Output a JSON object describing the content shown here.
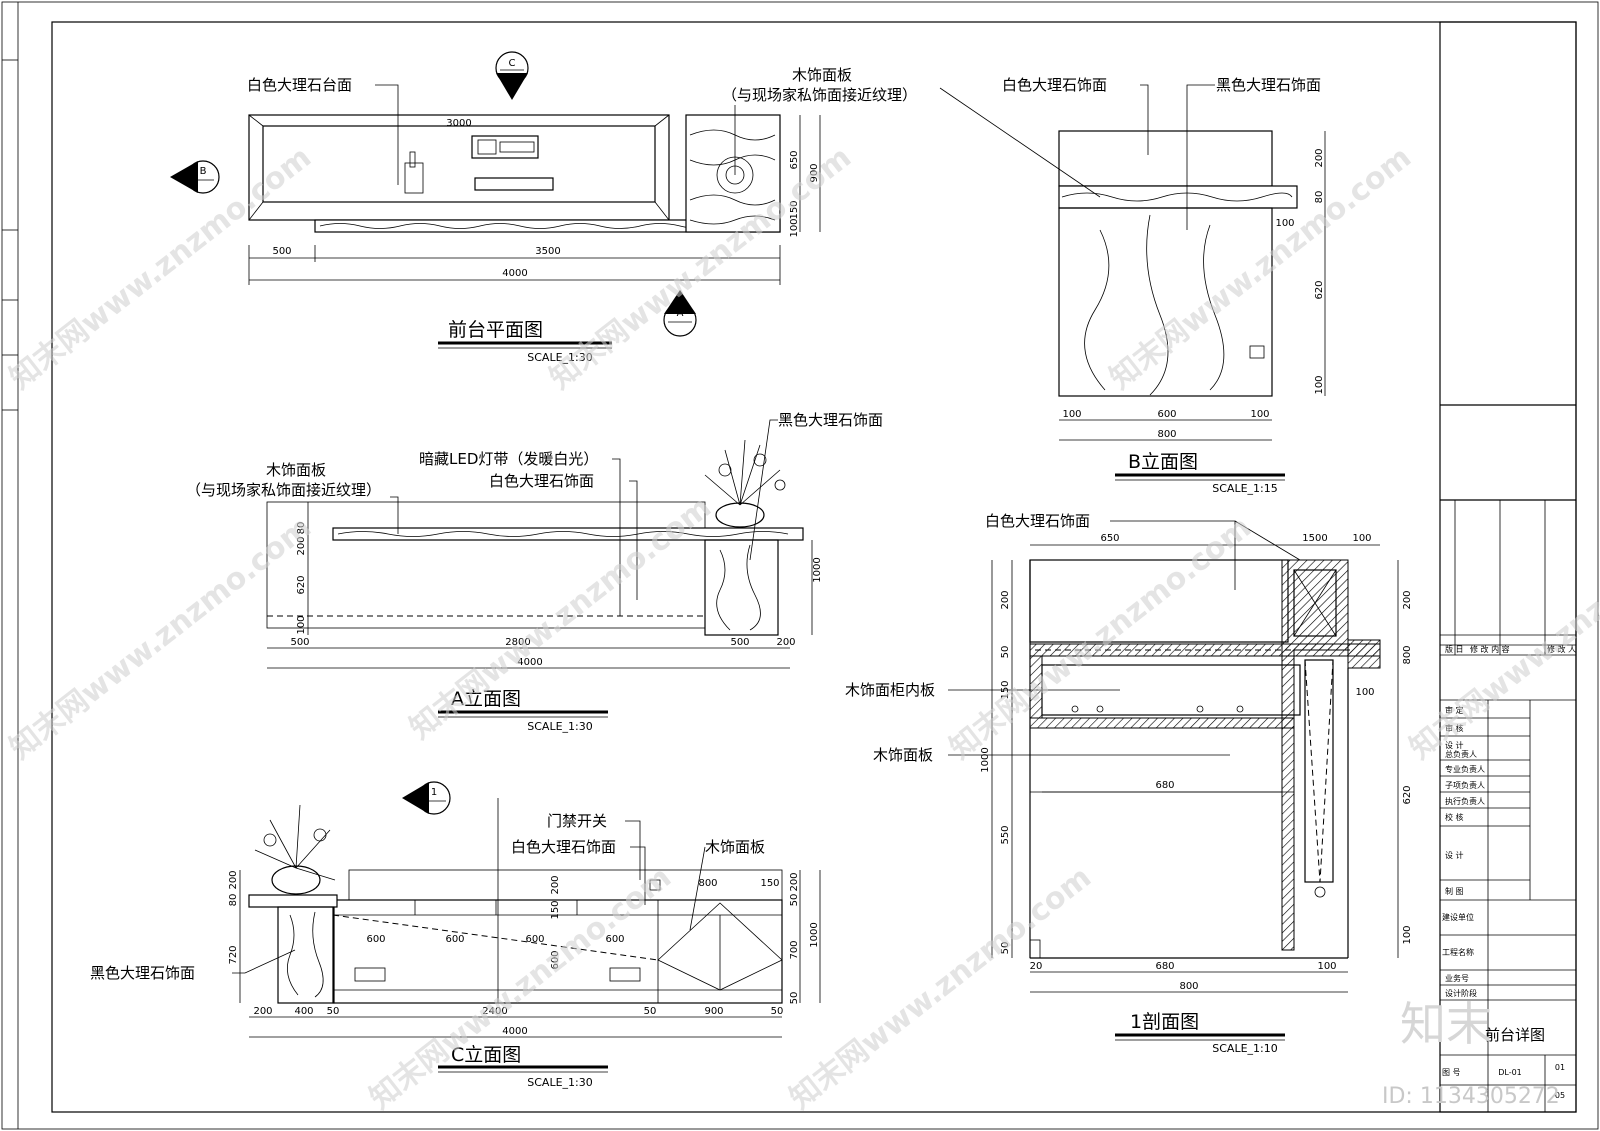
{
  "titles": {
    "plan": "前台平面图",
    "elev_a": "A立面图",
    "elev_b": "B立面图",
    "elev_c": "C立面图",
    "section_1": "1剖面图"
  },
  "scales": {
    "plan": "SCALE_1:30",
    "elev_a": "SCALE_1:30",
    "elev_b": "SCALE_1:15",
    "elev_c": "SCALE_1:30",
    "section_1": "SCALE_1:10"
  },
  "labels": {
    "white_marble_top": "白色大理石台面",
    "wood_panel": "木饰面板",
    "wood_panel_note": "（与现场家私饰面接近纹理）",
    "white_marble_face": "白色大理石饰面",
    "black_marble_face": "黑色大理石饰面",
    "hidden_led": "暗藏LED灯带（发暖白光）",
    "door_switch": "门禁开关",
    "wood_cabinet_inner": "木饰面柜内板"
  },
  "markers": {
    "plan_c": "C",
    "plan_b": "B",
    "plan_a": "A",
    "elev_c_section": "1"
  },
  "dims": {
    "plan": {
      "top_3000": "3000",
      "b_500": "500",
      "b_3500": "3500",
      "b_4000": "4000",
      "r_650": "650",
      "r_900": "900",
      "r_150": "150",
      "r_100": "100"
    },
    "elev_a": {
      "l_80": "80",
      "l_200": "200",
      "l_620": "620",
      "l_100": "100",
      "b_500": "500",
      "b_2800": "2800",
      "b_500b": "500",
      "b_200": "200",
      "b_4000": "4000",
      "r_1000": "1000"
    },
    "elev_b": {
      "r_200": "200",
      "r_80": "80",
      "r_100a": "100",
      "r_620": "620",
      "r_100b": "100",
      "b_100a": "100",
      "b_600": "600",
      "b_100b": "100",
      "b_800": "800"
    },
    "elev_c": {
      "l_200": "200",
      "l_80": "80",
      "l_720": "720",
      "t_200": "200",
      "t_800": "800",
      "t_150": "150",
      "t_150b": "150",
      "m_600a": "600",
      "m_600b": "600",
      "m_600c": "600",
      "m_600d": "600",
      "v_600": "600",
      "r_200": "200",
      "r_50a": "50",
      "r_1000": "1000",
      "r_700": "700",
      "r_50b": "50",
      "b_200": "200",
      "b_400": "400",
      "b_50a": "50",
      "b_2400": "2400",
      "b_50b": "50",
      "b_900": "900",
      "b_50c": "50",
      "b_4000": "4000"
    },
    "section_1": {
      "t_650": "650",
      "t_1500": "1500",
      "t_100": "100",
      "l_200": "200",
      "l_50a": "50",
      "l_150": "150",
      "l_1000": "1000",
      "l_550": "550",
      "l_50b": "50",
      "m_680a": "680",
      "r_200": "200",
      "r_800": "800",
      "r_100": "100",
      "r_620": "620",
      "r_100b": "100",
      "b_20": "20",
      "b_680": "680",
      "b_100": "100",
      "b_800": "800"
    }
  },
  "title_block": {
    "rows": [
      "审  定",
      "审  核",
      "设  计",
      "总负责人",
      "专业负责人",
      "子项负责人",
      "执行负责人",
      "校  核",
      "设  计",
      "制  图",
      "建设单位",
      "工程名称",
      "业务号",
      "设计阶段",
      "图  号"
    ],
    "revision_head": [
      "版 日",
      "修 改 内 容",
      "修 改 人"
    ],
    "drawing_title": "前台详图",
    "drawing_no": "DL-01",
    "sheet": "01",
    "total": "05"
  },
  "watermark": {
    "text": "知末网www.znzmo.com",
    "logo": "知末",
    "id": "ID: 1134305272"
  }
}
